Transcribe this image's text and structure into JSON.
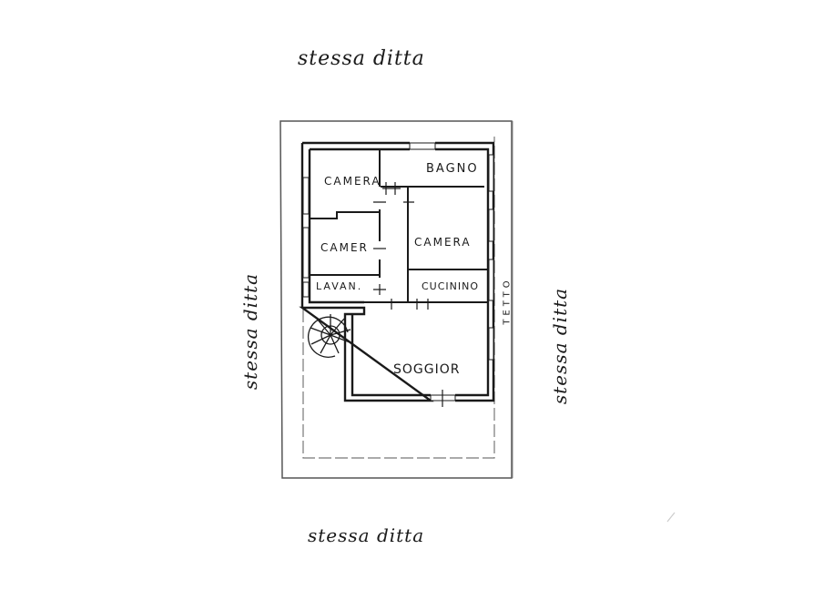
{
  "drawing": {
    "type": "floor-plan",
    "boundary_labels": {
      "top": "stessa ditta",
      "bottom": "stessa ditta",
      "left": "stessa ditta",
      "right": "stessa ditta"
    },
    "rooms": [
      {
        "id": "camera-1",
        "label": "CAMERA"
      },
      {
        "id": "bagno",
        "label": "BAGNO"
      },
      {
        "id": "camera-2",
        "label": "CAMER"
      },
      {
        "id": "camera-3",
        "label": "CAMERA"
      },
      {
        "id": "lavanderia",
        "label": "LAVAN."
      },
      {
        "id": "cucinino",
        "label": "CUCININO"
      },
      {
        "id": "soggiorno",
        "label": "SOGGIOR"
      }
    ],
    "annotations": {
      "roof": "TETTO"
    },
    "colors": {
      "ink": "#1a1a1a",
      "paper": "#ffffff",
      "faint": "#9a9a9a"
    }
  }
}
